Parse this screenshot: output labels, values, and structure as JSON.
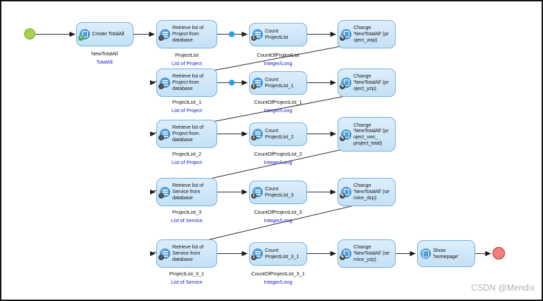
{
  "watermark": "CSDN @Mendix",
  "icons": {
    "plus": "+",
    "download": "↓",
    "sigma": "Σ",
    "pencil": "✎"
  },
  "colors": {
    "node_fill_top": "#ddeefb",
    "node_fill_bottom": "#c4e1f6",
    "node_border": "#74b0e0",
    "icon_blue": "#3b8fd0",
    "badge_green": "#3fae49",
    "badge_dark": "#474747",
    "start_fill": "#a8d24b",
    "start_border": "#6f9b25",
    "end_fill": "#f08080",
    "end_border": "#c02b2b",
    "type_text_blue": "#2323cf",
    "breakpoint_dot_blue": "#2d9ee0",
    "flow_line": "#2a2a2a"
  },
  "nodes": {
    "create": {
      "title": "Create TotalAll",
      "var_name": "NewTotalAll",
      "var_type": "TotalAll"
    },
    "rows": [
      {
        "retrieve": {
          "title": "Retrieve list of\nProject from\ndatabase",
          "var_name": "ProjectList",
          "var_type": "List of Project"
        },
        "count": {
          "title": "Count\nProjectList",
          "var_name": "CountOfProjectList",
          "var_type": "Integer/Long"
        },
        "change": {
          "title": "Change\n'NewTotalAll' (pr\noject_wsp)"
        }
      },
      {
        "retrieve": {
          "title": "Retrieve list of\nProject from\ndatabase",
          "var_name": "ProjectList_1",
          "var_type": "List of Project"
        },
        "count": {
          "title": "Count\nProjectList_1",
          "var_name": "CountOfProjectList_1",
          "var_type": "Integer/Long"
        },
        "change": {
          "title": "Change\n'NewTotalAll' (pr\noject_yzp)"
        }
      },
      {
        "retrieve": {
          "title": "Retrieve list of\nProject from\ndatabase",
          "var_name": "ProjectList_2",
          "var_type": "List of Project"
        },
        "count": {
          "title": "Count\nProjectList_2",
          "var_name": "CountOfProjectList_2",
          "var_type": "Integer/Long"
        },
        "change": {
          "title": "Change\n'NewTotalAll' (pr\noject_vwc_\nproject_total)"
        }
      },
      {
        "retrieve": {
          "title": "Retrieve list of\nService from\ndatabase",
          "var_name": "ProjectList_3",
          "var_type": "List of Service"
        },
        "count": {
          "title": "Count\nProjectList_3",
          "var_name": "CountOfProjectList_3",
          "var_type": "Integer/Long"
        },
        "change": {
          "title": "Change\n'NewTotalAll' (se\nrvice_dzp)"
        }
      },
      {
        "retrieve": {
          "title": "Retrieve list of\nService from\ndatabase",
          "var_name": "ProjectList_3_1",
          "var_type": "List of Service"
        },
        "count": {
          "title": "Count\nProjectList_3_1",
          "var_name": "CountOfProjectList_3_1",
          "var_type": "Integer/Long"
        },
        "change": {
          "title": "Change\n'NewTotalAll' (se\nrvice_yzp)"
        }
      }
    ],
    "show": {
      "title": "Show\n'homepage'"
    }
  }
}
